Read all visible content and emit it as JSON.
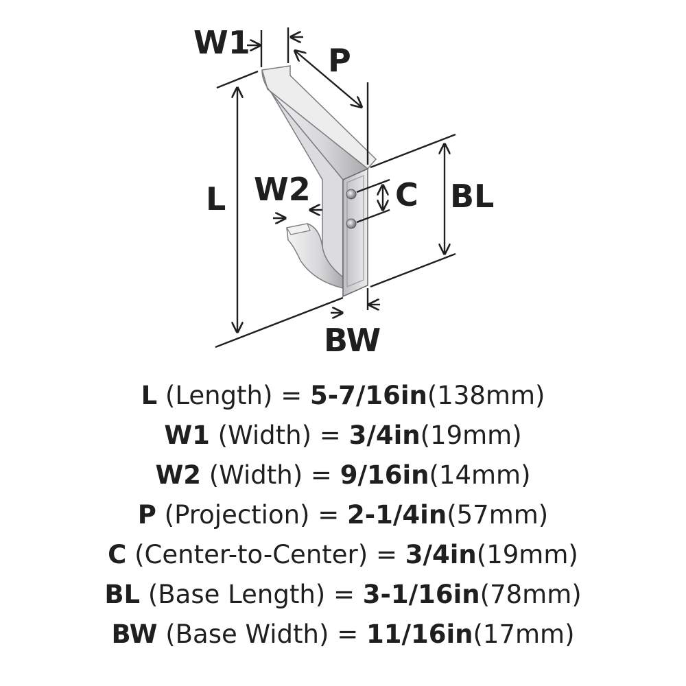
{
  "labels": {
    "w1": "W1",
    "p": "P",
    "l": "L",
    "w2": "W2",
    "c": "C",
    "bl": "BL",
    "bw": "BW"
  },
  "specs": [
    {
      "code": "L",
      "name": "(Length)",
      "eq": "=",
      "imperial": "5-7/16in",
      "metric": "(138mm)"
    },
    {
      "code": "W1",
      "name": "(Width)",
      "eq": "=",
      "imperial": "3/4in",
      "metric": "(19mm)"
    },
    {
      "code": "W2",
      "name": "(Width)",
      "eq": "=",
      "imperial": "9/16in",
      "metric": "(14mm)"
    },
    {
      "code": "P",
      "name": "(Projection)",
      "eq": "=",
      "imperial": "2-1/4in",
      "metric": "(57mm)"
    },
    {
      "code": "C",
      "name": "(Center-to-Center)",
      "eq": "=",
      "imperial": "3/4in",
      "metric": "(19mm)"
    },
    {
      "code": "BL",
      "name": "(Base Length)",
      "eq": "=",
      "imperial": "3-1/16in",
      "metric": "(78mm)"
    },
    {
      "code": "BW",
      "name": "(Base Width)",
      "eq": "=",
      "imperial": "11/16in",
      "metric": "(17mm)"
    }
  ],
  "colors": {
    "metal_light": "#e9e9ea",
    "metal_mid": "#c9c9cb",
    "metal_dark": "#8e8e91",
    "line": "#1f1f1f"
  }
}
